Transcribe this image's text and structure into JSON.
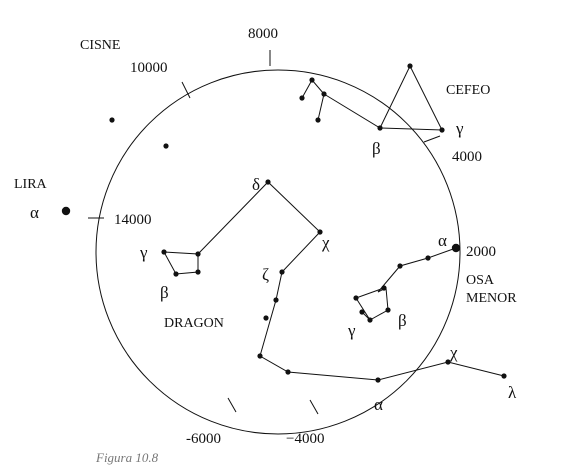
{
  "constellations": {
    "cisne": "CISNE",
    "cefeo": "CEFEO",
    "lira": "LIRA",
    "dragon": "DRAGON",
    "osa_menor_1": "OSA",
    "osa_menor_2": "MENOR"
  },
  "years": {
    "y8000": "8000",
    "y10000": "10000",
    "y4000": "4000",
    "y14000": "14000",
    "y2000": "2000",
    "y_minus_6000": "-6000",
    "y_minus_4000": "−4000"
  },
  "greek": {
    "alpha": "α",
    "beta": "β",
    "gamma": "γ",
    "delta": "δ",
    "zeta": "ζ",
    "chi": "χ",
    "lambda": "λ"
  },
  "caption": "Figura 10.8"
}
